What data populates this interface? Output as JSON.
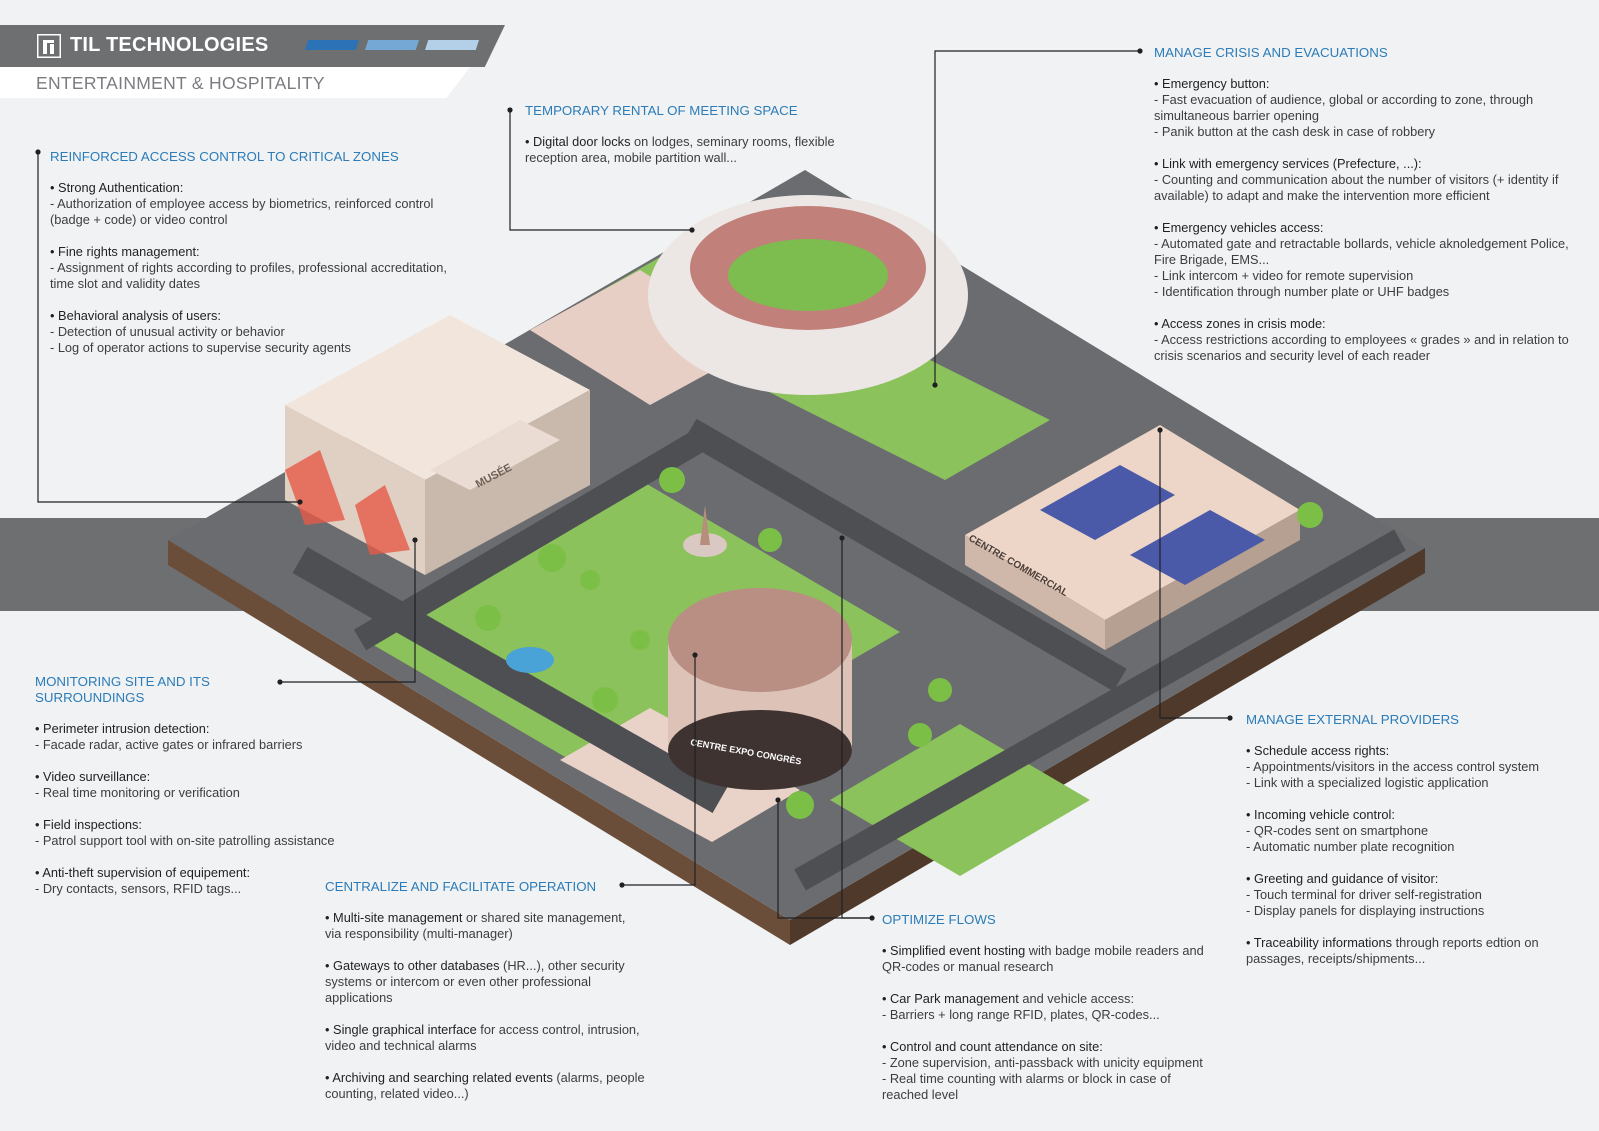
{
  "header": {
    "brand": "TIL TECHNOLOGIES",
    "subtitle": "ENTERTAINMENT & HOSPITALITY",
    "logo_icon": "til-logo-icon"
  },
  "colors": {
    "accent": "#2b7cb8",
    "band": "#6e6f71",
    "stripe_dark": "#2b73b6",
    "stripe_mid": "#76a8d6",
    "stripe_light": "#b4cfe8",
    "ground": "#8bc25b"
  },
  "scene_labels": {
    "museum": "MUSÉE",
    "mall": "CENTRE COMMERCIAL",
    "expo": "CENTRE EXPO CONGRÈS"
  },
  "blocks": [
    {
      "id": "access-control",
      "title": "REINFORCED ACCESS CONTROL TO CRITICAL ZONES",
      "sections": [
        {
          "lead": "• Strong Authentication:",
          "rest": "",
          "lines": [
            "- Authorization of employee access by biometrics, reinforced control (badge + code) or video control"
          ]
        },
        {
          "lead": "• Fine rights management:",
          "rest": "",
          "lines": [
            "- Assignment of rights according to profiles, professional accreditation, time slot and validity dates"
          ]
        },
        {
          "lead": "• Behavioral analysis of users:",
          "rest": "",
          "lines": [
            "- Detection of unusual activity or behavior",
            "- Log of operator actions to supervise security agents"
          ]
        }
      ]
    },
    {
      "id": "meeting-space",
      "title": "TEMPORARY RENTAL OF MEETING SPACE",
      "sections": [
        {
          "lead": "• Digital door locks",
          "rest": " on lodges, seminary rooms, flexible reception area, mobile partition wall...",
          "lines": []
        }
      ]
    },
    {
      "id": "crisis",
      "title": "MANAGE CRISIS AND EVACUATIONS",
      "sections": [
        {
          "lead": "• Emergency button:",
          "rest": "",
          "lines": [
            "- Fast evacuation of audience, global or according to zone, through simultaneous barrier opening",
            "- Panik button at the cash desk in case of robbery"
          ]
        },
        {
          "lead": "• Link with emergency services (Prefecture, ...):",
          "rest": "",
          "lines": [
            "- Counting and communication about the number of visitors (+ identity if available) to adapt and make the intervention more efficient"
          ]
        },
        {
          "lead": "• Emergency vehicles access:",
          "rest": "",
          "lines": [
            "- Automated gate and retractable bollards, vehicle aknoledgement Police, Fire Brigade, EMS...",
            "- Link intercom + video for remote supervision",
            "- Identification through number plate or UHF badges"
          ]
        },
        {
          "lead": "• Access zones in crisis mode:",
          "rest": "",
          "lines": [
            "- Access restrictions according to employees « grades » and in relation to crisis scenarios and security level of each reader"
          ]
        }
      ]
    },
    {
      "id": "monitoring",
      "title": "MONITORING SITE AND ITS SURROUNDINGS",
      "sections": [
        {
          "lead": "• Perimeter intrusion detection:",
          "rest": "",
          "lines": [
            "- Facade radar, active gates or infrared barriers"
          ]
        },
        {
          "lead": "• Video surveillance:",
          "rest": "",
          "lines": [
            "- Real time monitoring or verification"
          ]
        },
        {
          "lead": "• Field inspections:",
          "rest": "",
          "lines": [
            "- Patrol support tool with on-site patrolling assistance"
          ]
        },
        {
          "lead": "• Anti-theft supervision of equipement:",
          "rest": "",
          "lines": [
            "- Dry contacts, sensors, RFID tags..."
          ]
        }
      ]
    },
    {
      "id": "centralize",
      "title": "CENTRALIZE AND FACILITATE OPERATION",
      "sections": [
        {
          "lead": "• Multi-site management",
          "rest": " or shared site management, via responsibility (multi-manager)",
          "lines": []
        },
        {
          "lead": "• Gateways to other databases",
          "rest": " (HR...), other security systems or intercom or even other professional applications",
          "lines": []
        },
        {
          "lead": "• Single graphical interface",
          "rest": " for access control, intrusion, video and technical alarms",
          "lines": []
        },
        {
          "lead": "• Archiving and searching related events",
          "rest": " (alarms, people counting, related video...)",
          "lines": []
        }
      ]
    },
    {
      "id": "flows",
      "title": "OPTIMIZE FLOWS",
      "sections": [
        {
          "lead": "• Simplified event hosting",
          "rest": " with badge mobile readers and QR-codes or manual research",
          "lines": []
        },
        {
          "lead": "• Car Park management",
          "rest": " and vehicle access:",
          "lines": [
            "- Barriers + long range RFID, plates, QR-codes..."
          ]
        },
        {
          "lead": "• Control and count attendance on site:",
          "rest": "",
          "lines": [
            "- Zone supervision, anti-passback with unicity equipment",
            "- Real time counting with alarms or block in case of reached level"
          ]
        }
      ]
    },
    {
      "id": "providers",
      "title": "MANAGE EXTERNAL PROVIDERS",
      "sections": [
        {
          "lead": "• Schedule access rights:",
          "rest": "",
          "lines": [
            "- Appointments/visitors in the access control system",
            "- Link with a specialized logistic application"
          ]
        },
        {
          "lead": "• Incoming vehicle control:",
          "rest": "",
          "lines": [
            "- QR-codes sent on smartphone",
            "- Automatic number plate recognition"
          ]
        },
        {
          "lead": "• Greeting and guidance of visitor:",
          "rest": "",
          "lines": [
            "- Touch terminal for driver self-registration",
            "- Display panels for displaying instructions"
          ]
        },
        {
          "lead": "• Traceability informations",
          "rest": " through reports edtion on passages, receipts/shipments...",
          "lines": []
        }
      ]
    }
  ]
}
